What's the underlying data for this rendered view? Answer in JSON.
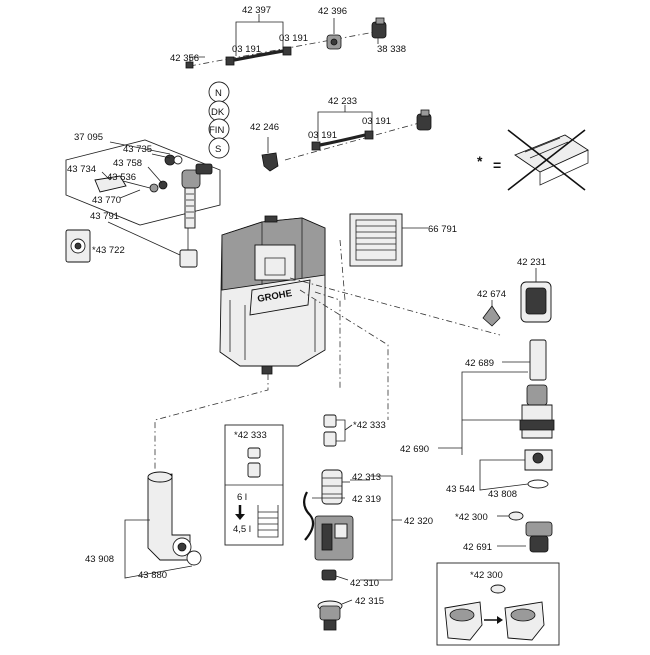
{
  "labels": {
    "p42397": "42 397",
    "p42396": "42 396",
    "p03191a": "03 191",
    "p03191b": "03 191",
    "p38338": "38 338",
    "p42356": "42 356",
    "p42233": "42 233",
    "p03191c": "03 191",
    "p03191d": "03 191",
    "p42246": "42 246",
    "p37095": "37 095",
    "p43735": "43 735",
    "p43758": "43 758",
    "p43734": "43 734",
    "p43536": "43 536",
    "p43770": "43 770",
    "p43791": "43 791",
    "p43722": "*43 722",
    "p66791": "66 791",
    "p42231": "42 231",
    "p42674": "42 674",
    "p42689": "42 689",
    "p42333": "*42 333",
    "p42690": "42 690",
    "p43544": "43 544",
    "p43808": "43 808",
    "p42313": "42 313",
    "p42319": "42 319",
    "p42320": "42 320",
    "p42300": "*42 300",
    "p42691": "42 691",
    "p43908": "43 908",
    "p43880": "43 880",
    "p42310": "42 310",
    "p42315": "42 315",
    "inset1_title": "*42 333",
    "inset1_v1": "6 l",
    "inset1_v2": "4,5 l",
    "inset2_title": "*42 300",
    "countries": [
      "N",
      "DK",
      "FIN",
      "S"
    ],
    "star": "*",
    "equals": "=",
    "brand": "GROHE"
  }
}
